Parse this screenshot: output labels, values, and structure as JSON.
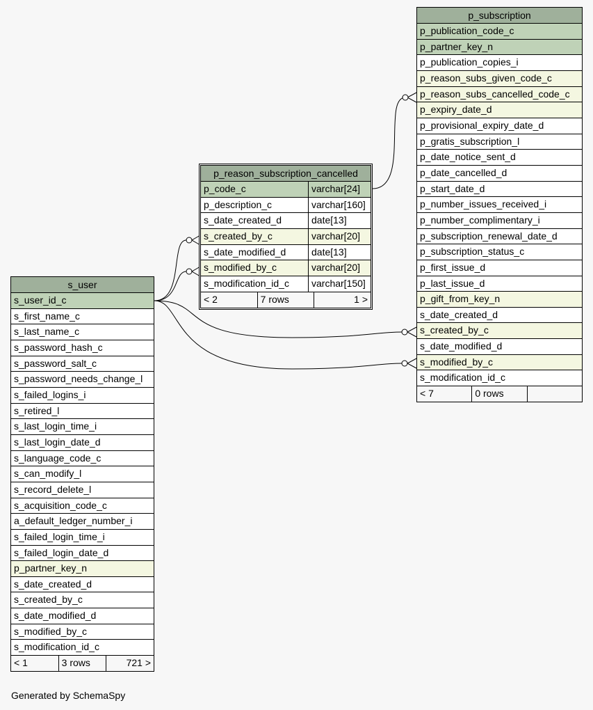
{
  "tables": {
    "s_user": {
      "name": "s_user",
      "columns": [
        {
          "name": "s_user_id_c",
          "key": "pk"
        },
        {
          "name": "s_first_name_c",
          "key": ""
        },
        {
          "name": "s_last_name_c",
          "key": ""
        },
        {
          "name": "s_password_hash_c",
          "key": ""
        },
        {
          "name": "s_password_salt_c",
          "key": ""
        },
        {
          "name": "s_password_needs_change_l",
          "key": ""
        },
        {
          "name": "s_failed_logins_i",
          "key": ""
        },
        {
          "name": "s_retired_l",
          "key": ""
        },
        {
          "name": "s_last_login_time_i",
          "key": ""
        },
        {
          "name": "s_last_login_date_d",
          "key": ""
        },
        {
          "name": "s_language_code_c",
          "key": ""
        },
        {
          "name": "s_can_modify_l",
          "key": ""
        },
        {
          "name": "s_record_delete_l",
          "key": ""
        },
        {
          "name": "s_acquisition_code_c",
          "key": ""
        },
        {
          "name": "a_default_ledger_number_i",
          "key": ""
        },
        {
          "name": "s_failed_login_time_i",
          "key": ""
        },
        {
          "name": "s_failed_login_date_d",
          "key": ""
        },
        {
          "name": "p_partner_key_n",
          "key": "fk"
        },
        {
          "name": "s_date_created_d",
          "key": ""
        },
        {
          "name": "s_created_by_c",
          "key": ""
        },
        {
          "name": "s_date_modified_d",
          "key": ""
        },
        {
          "name": "s_modified_by_c",
          "key": ""
        },
        {
          "name": "s_modification_id_c",
          "key": ""
        }
      ],
      "footer": [
        "< 1",
        "3 rows",
        "721 >"
      ]
    },
    "p_reason_subscription_cancelled": {
      "name": "p_reason_subscription_cancelled",
      "columns": [
        {
          "name": "p_code_c",
          "type": "varchar[24]",
          "key": "pk"
        },
        {
          "name": "p_description_c",
          "type": "varchar[160]",
          "key": ""
        },
        {
          "name": "s_date_created_d",
          "type": "date[13]",
          "key": ""
        },
        {
          "name": "s_created_by_c",
          "type": "varchar[20]",
          "key": "fk"
        },
        {
          "name": "s_date_modified_d",
          "type": "date[13]",
          "key": ""
        },
        {
          "name": "s_modified_by_c",
          "type": "varchar[20]",
          "key": "fk"
        },
        {
          "name": "s_modification_id_c",
          "type": "varchar[150]",
          "key": ""
        }
      ],
      "footer": [
        "< 2",
        "7 rows",
        "1 >"
      ]
    },
    "p_subscription": {
      "name": "p_subscription",
      "columns": [
        {
          "name": "p_publication_code_c",
          "key": "pk"
        },
        {
          "name": "p_partner_key_n",
          "key": "pk"
        },
        {
          "name": "p_publication_copies_i",
          "key": ""
        },
        {
          "name": "p_reason_subs_given_code_c",
          "key": "fk"
        },
        {
          "name": "p_reason_subs_cancelled_code_c",
          "key": "fk"
        },
        {
          "name": "p_expiry_date_d",
          "key": "fk"
        },
        {
          "name": "p_provisional_expiry_date_d",
          "key": ""
        },
        {
          "name": "p_gratis_subscription_l",
          "key": ""
        },
        {
          "name": "p_date_notice_sent_d",
          "key": ""
        },
        {
          "name": "p_date_cancelled_d",
          "key": ""
        },
        {
          "name": "p_start_date_d",
          "key": ""
        },
        {
          "name": "p_number_issues_received_i",
          "key": ""
        },
        {
          "name": "p_number_complimentary_i",
          "key": ""
        },
        {
          "name": "p_subscription_renewal_date_d",
          "key": ""
        },
        {
          "name": "p_subscription_status_c",
          "key": ""
        },
        {
          "name": "p_first_issue_d",
          "key": ""
        },
        {
          "name": "p_last_issue_d",
          "key": ""
        },
        {
          "name": "p_gift_from_key_n",
          "key": "fk"
        },
        {
          "name": "s_date_created_d",
          "key": ""
        },
        {
          "name": "s_created_by_c",
          "key": "fk"
        },
        {
          "name": "s_date_modified_d",
          "key": ""
        },
        {
          "name": "s_modified_by_c",
          "key": "fk"
        },
        {
          "name": "s_modification_id_c",
          "key": ""
        }
      ],
      "footer": [
        "< 7",
        "0 rows",
        ""
      ]
    }
  },
  "generated_by": "Generated by SchemaSpy"
}
